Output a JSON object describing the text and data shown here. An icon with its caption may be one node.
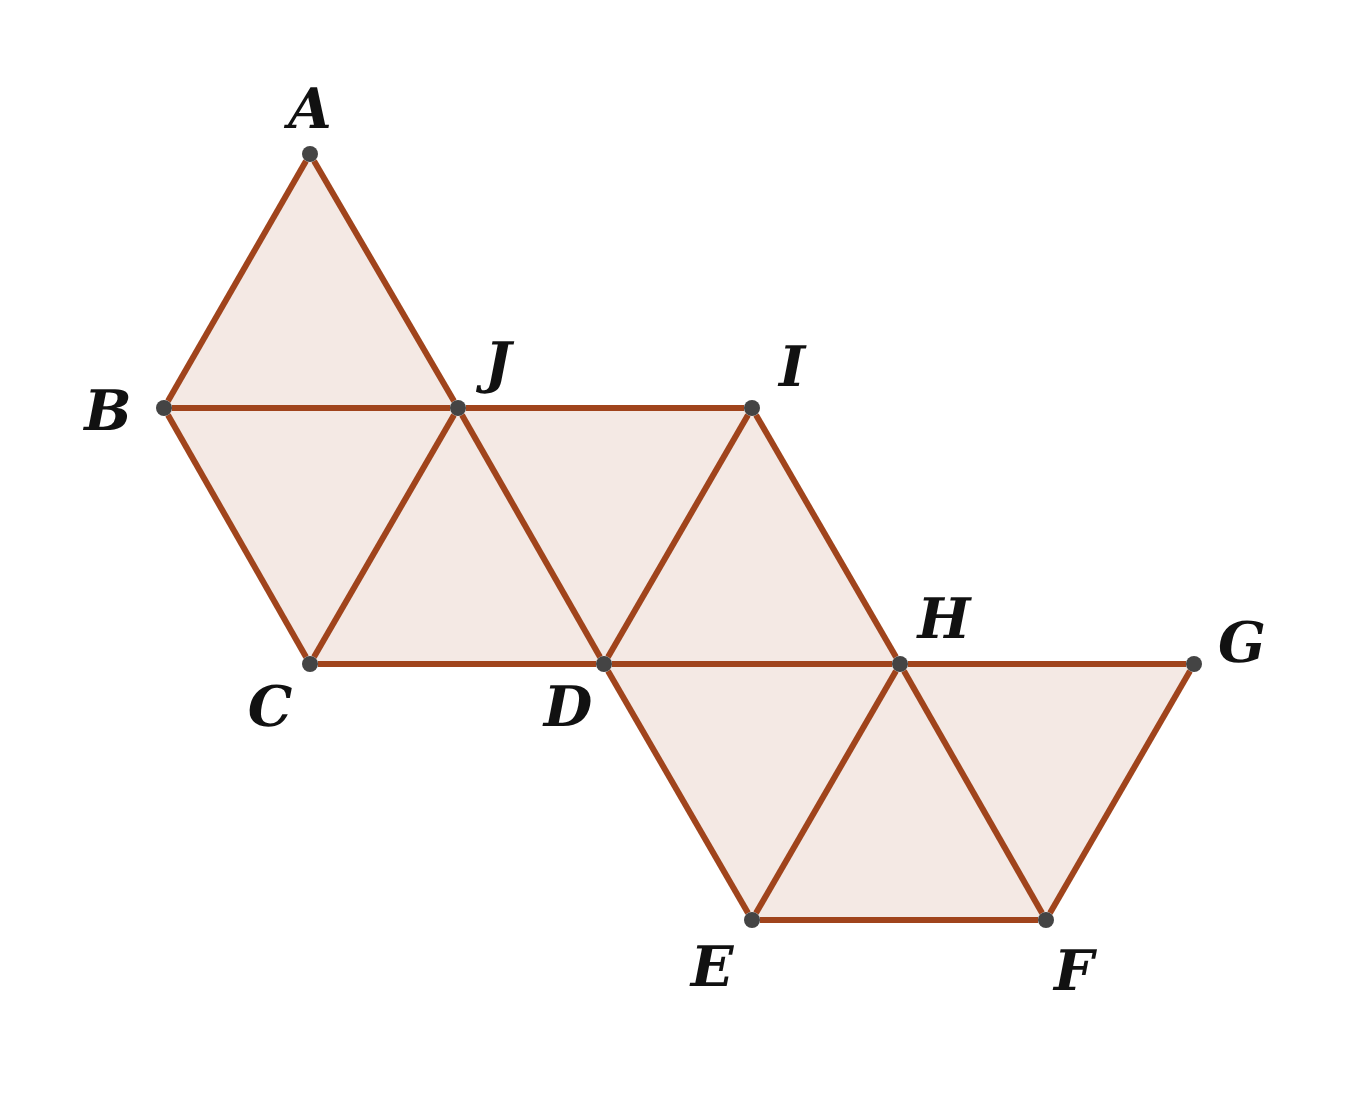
{
  "diagram": {
    "nodes": [
      {
        "text": [
          "A"
        ]
      },
      {
        "text": [
          "B"
        ]
      },
      {
        "text": [
          "J"
        ]
      },
      {
        "text": [
          "I"
        ]
      },
      {
        "text": [
          "C"
        ]
      },
      {
        "text": [
          "D"
        ]
      },
      {
        "text": [
          "H"
        ]
      },
      {
        "text": [
          "G"
        ]
      },
      {
        "text": [
          "E"
        ]
      },
      {
        "text": [
          "F"
        ]
      }
    ],
    "edges": [
      {
        "from": 0,
        "to": 1,
        "arrow": "none"
      },
      {
        "from": 0,
        "to": 2,
        "arrow": "none"
      },
      {
        "from": 1,
        "to": 2,
        "arrow": "none"
      },
      {
        "from": 1,
        "to": 4,
        "arrow": "none"
      },
      {
        "from": 4,
        "to": 2,
        "arrow": "none"
      },
      {
        "from": 4,
        "to": 5,
        "arrow": "none"
      },
      {
        "from": 2,
        "to": 5,
        "arrow": "none"
      },
      {
        "from": 2,
        "to": 3,
        "arrow": "none"
      },
      {
        "from": 3,
        "to": 5,
        "arrow": "none"
      },
      {
        "from": 3,
        "to": 6,
        "arrow": "none"
      },
      {
        "from": 5,
        "to": 6,
        "arrow": "none"
      },
      {
        "from": 5,
        "to": 8,
        "arrow": "none"
      },
      {
        "from": 8,
        "to": 6,
        "arrow": "none"
      },
      {
        "from": 8,
        "to": 9,
        "arrow": "none"
      },
      {
        "from": 6,
        "to": 9,
        "arrow": "none"
      },
      {
        "from": 6,
        "to": 7,
        "arrow": "none"
      },
      {
        "from": 7,
        "to": 9,
        "arrow": "none"
      }
    ]
  }
}
